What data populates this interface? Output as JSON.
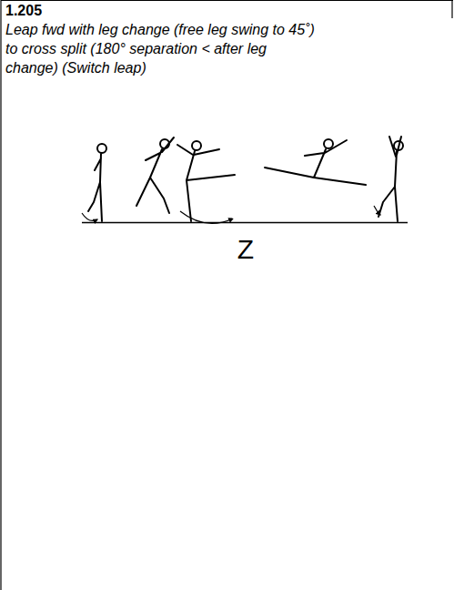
{
  "diagram": {
    "title": "1.205",
    "labels": [
      "Leap fwd with leg change (free leg swing to 45˚) to cross split (180° separation < after leg change) (Switch leap)",
      "Z"
    ]
  }
}
